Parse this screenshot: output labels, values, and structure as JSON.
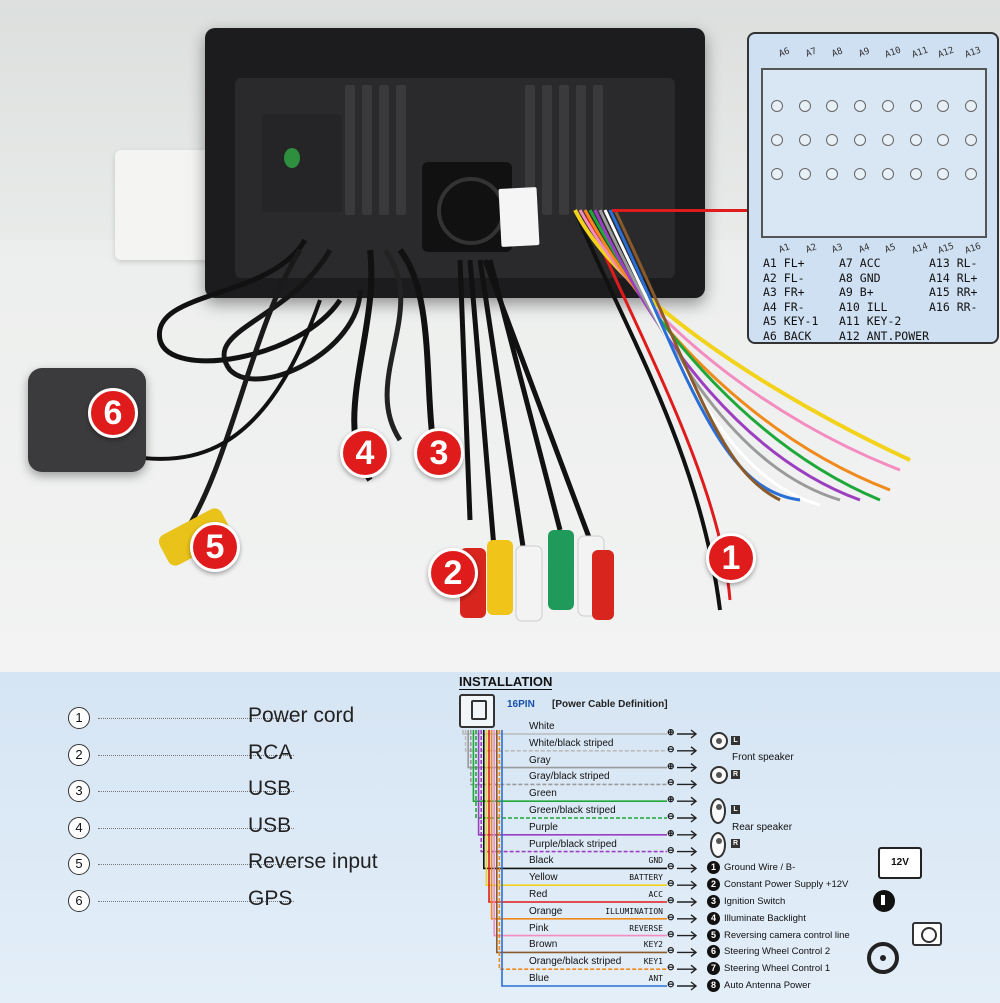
{
  "callouts": {
    "b1": "1",
    "b2": "2",
    "b3": "3",
    "b4": "4",
    "b5": "5",
    "b6": "6"
  },
  "pin_panel": {
    "top_labels": [
      "A6",
      "A7",
      "A8",
      "A9",
      "A10",
      "A11",
      "A12",
      "A13"
    ],
    "bottom_labels": [
      "A1",
      "A2",
      "A3",
      "A4",
      "A5",
      "A14",
      "A15",
      "A16"
    ],
    "col1": [
      "A1 FL+",
      "A2 FL-",
      "A3 FR+",
      "A4 FR-",
      "A5 KEY-1",
      "A6 BACK"
    ],
    "col2": [
      "A7 ACC",
      "A8 GND",
      "A9 B+",
      "A10 ILL",
      "A11 KEY-2",
      "A12 ANT.POWER"
    ],
    "col3": [
      "A13 RL-",
      "A14 RL+",
      "A15 RR+",
      "A16 RR-"
    ]
  },
  "legend": [
    {
      "num": "1",
      "text": "Power cord"
    },
    {
      "num": "2",
      "text": "RCA"
    },
    {
      "num": "3",
      "text": "USB"
    },
    {
      "num": "4",
      "text": "USB"
    },
    {
      "num": "5",
      "text": "Reverse input"
    },
    {
      "num": "6",
      "text": "GPS"
    }
  ],
  "installation": {
    "title": "INSTALLATION",
    "pin_count": "16PIN",
    "caption": "[Power Cable Definition]",
    "front_speaker": "Front speaker",
    "rear_speaker": "Rear speaker",
    "speaker_l": "L",
    "speaker_r": "R",
    "battery_label": "12V",
    "wires": [
      {
        "name": "White",
        "tag": "",
        "color": "#ffffff"
      },
      {
        "name": "White/black striped",
        "tag": "",
        "color": "#ffffff"
      },
      {
        "name": "Gray",
        "tag": "",
        "color": "#9a9a9a"
      },
      {
        "name": "Gray/black striped",
        "tag": "",
        "color": "#9a9a9a"
      },
      {
        "name": "Green",
        "tag": "",
        "color": "#1fa83a"
      },
      {
        "name": "Green/black striped",
        "tag": "",
        "color": "#1fa83a"
      },
      {
        "name": "Purple",
        "tag": "",
        "color": "#9b3fc0"
      },
      {
        "name": "Purple/black striped",
        "tag": "",
        "color": "#9b3fc0"
      },
      {
        "name": "Black",
        "tag": "GND",
        "color": "#111111"
      },
      {
        "name": "Yellow",
        "tag": "BATTERY",
        "color": "#f2d21b"
      },
      {
        "name": "Red",
        "tag": "ACC",
        "color": "#e01b1b"
      },
      {
        "name": "Orange",
        "tag": "ILLUMINATION",
        "color": "#f08a1c"
      },
      {
        "name": "Pink",
        "tag": "REVERSE",
        "color": "#f48cc0"
      },
      {
        "name": "Brown",
        "tag": "KEY2",
        "color": "#8a5a2b"
      },
      {
        "name": "Orange/black striped",
        "tag": "KEY1",
        "color": "#f08a1c"
      },
      {
        "name": "Blue",
        "tag": "ANT",
        "color": "#2a6fd6"
      }
    ],
    "functions": [
      {
        "num": "1",
        "text": "Ground Wire / B-"
      },
      {
        "num": "2",
        "text": "Constant Power Supply +12V"
      },
      {
        "num": "3",
        "text": "Ignition Switch"
      },
      {
        "num": "4",
        "text": "Illuminate Backlight"
      },
      {
        "num": "5",
        "text": "Reversing camera control line"
      },
      {
        "num": "6",
        "text": "Steering Wheel Control 2"
      },
      {
        "num": "7",
        "text": "Steering Wheel Control 1"
      },
      {
        "num": "8",
        "text": "Auto Antenna Power"
      }
    ]
  },
  "colors": {
    "badge": "#e01b1b",
    "panel": "#cfe0f3",
    "pointer": "#e01b1b"
  }
}
